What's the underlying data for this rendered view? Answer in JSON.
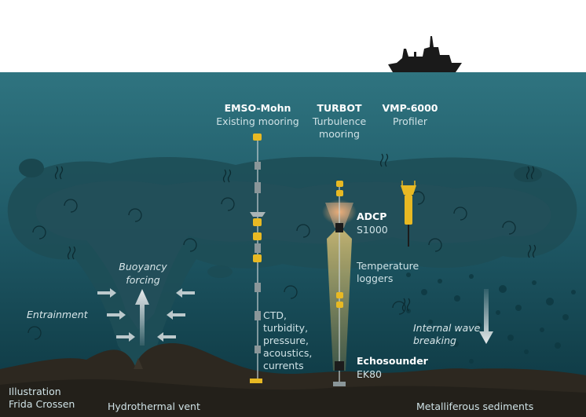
{
  "instruments": {
    "emso": {
      "title": "EMSO-Mohn",
      "subtitle": "Existing mooring"
    },
    "turbot": {
      "title": "TURBOT",
      "subtitle_line1": "Turbulence",
      "subtitle_line2": "mooring"
    },
    "vmp": {
      "title": "VMP-6000",
      "subtitle": "Profiler"
    }
  },
  "sensors": {
    "adcp": {
      "title": "ADCP",
      "subtitle": "S1000"
    },
    "temperature": {
      "line1": "Temperature",
      "line2": "loggers"
    },
    "ctd": {
      "line1": "CTD,",
      "line2": "turbidity,",
      "line3": "pressure,",
      "line4": "acoustics,",
      "line5": "currents"
    },
    "echosounder": {
      "title": "Echosounder",
      "subtitle": "EK80"
    }
  },
  "processes": {
    "buoyancy": {
      "line1": "Buoyancy",
      "line2": "forcing"
    },
    "entrainment": "Entrainment",
    "internal_wave": {
      "line1": "Internal wave",
      "line2": "breaking"
    }
  },
  "seafloor": {
    "vent": "Hydrothermal vent",
    "sediments": "Metalliferous sediments"
  },
  "credit": {
    "line1": "Illustration",
    "line2": "Frida Crossen"
  },
  "colors": {
    "sky": "#ffffff",
    "water_top": "#2a6a76",
    "water_bottom": "#0d3943",
    "plume": "#1b4a52",
    "seabed": "#2e2a22",
    "instrument_yellow": "#e8b923",
    "beam": "#d9b85c"
  },
  "icons": [
    "ship-icon",
    "wave-icon",
    "eddy-icon",
    "arrow-up-icon",
    "arrow-right-icon",
    "arrow-left-icon",
    "arrow-down-icon"
  ]
}
